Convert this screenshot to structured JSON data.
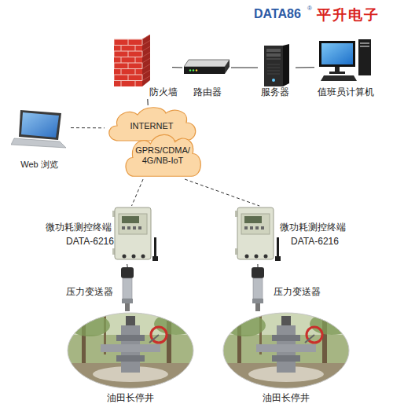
{
  "diagram": {
    "nodes": [
      {
        "text": [
          "防火墙"
        ]
      },
      {
        "text": [
          "路由器"
        ]
      },
      {
        "text": [
          "服务器"
        ]
      },
      {
        "text": [
          "值班员计算机"
        ]
      },
      {
        "text": [
          "INTERNET"
        ]
      },
      {
        "text": [
          "Web 浏览"
        ]
      },
      {
        "text": [
          "GPRS/CDMA/ 4G/NB-IoT"
        ]
      },
      {
        "text": [
          "微功耗测控终端",
          "DATA-6216"
        ]
      },
      {
        "text": [
          "微功耗测控终端",
          "DATA-6216"
        ]
      },
      {
        "text": [
          "压力变送器"
        ]
      },
      {
        "text": [
          "压力变送器"
        ]
      },
      {
        "text": [
          "油田长停井"
        ]
      },
      {
        "text": [
          "油田长停井"
        ]
      }
    ],
    "edges": [
      {
        "from": 0,
        "to": 1,
        "arrow": "none"
      },
      {
        "from": 1,
        "to": 2,
        "arrow": "none"
      },
      {
        "from": 2,
        "to": 3,
        "arrow": "none"
      },
      {
        "from": 0,
        "to": 4,
        "arrow": "none"
      },
      {
        "from": 5,
        "to": 4,
        "arrow": "none"
      },
      {
        "from": 6,
        "to": 7,
        "arrow": "none"
      },
      {
        "from": 6,
        "to": 8,
        "arrow": "none"
      },
      {
        "from": 7,
        "to": 9,
        "arrow": "none"
      },
      {
        "from": 8,
        "to": 10,
        "arrow": "none"
      }
    ],
    "labels": [
      "DATA86",
      "®",
      "平升电子"
    ]
  }
}
